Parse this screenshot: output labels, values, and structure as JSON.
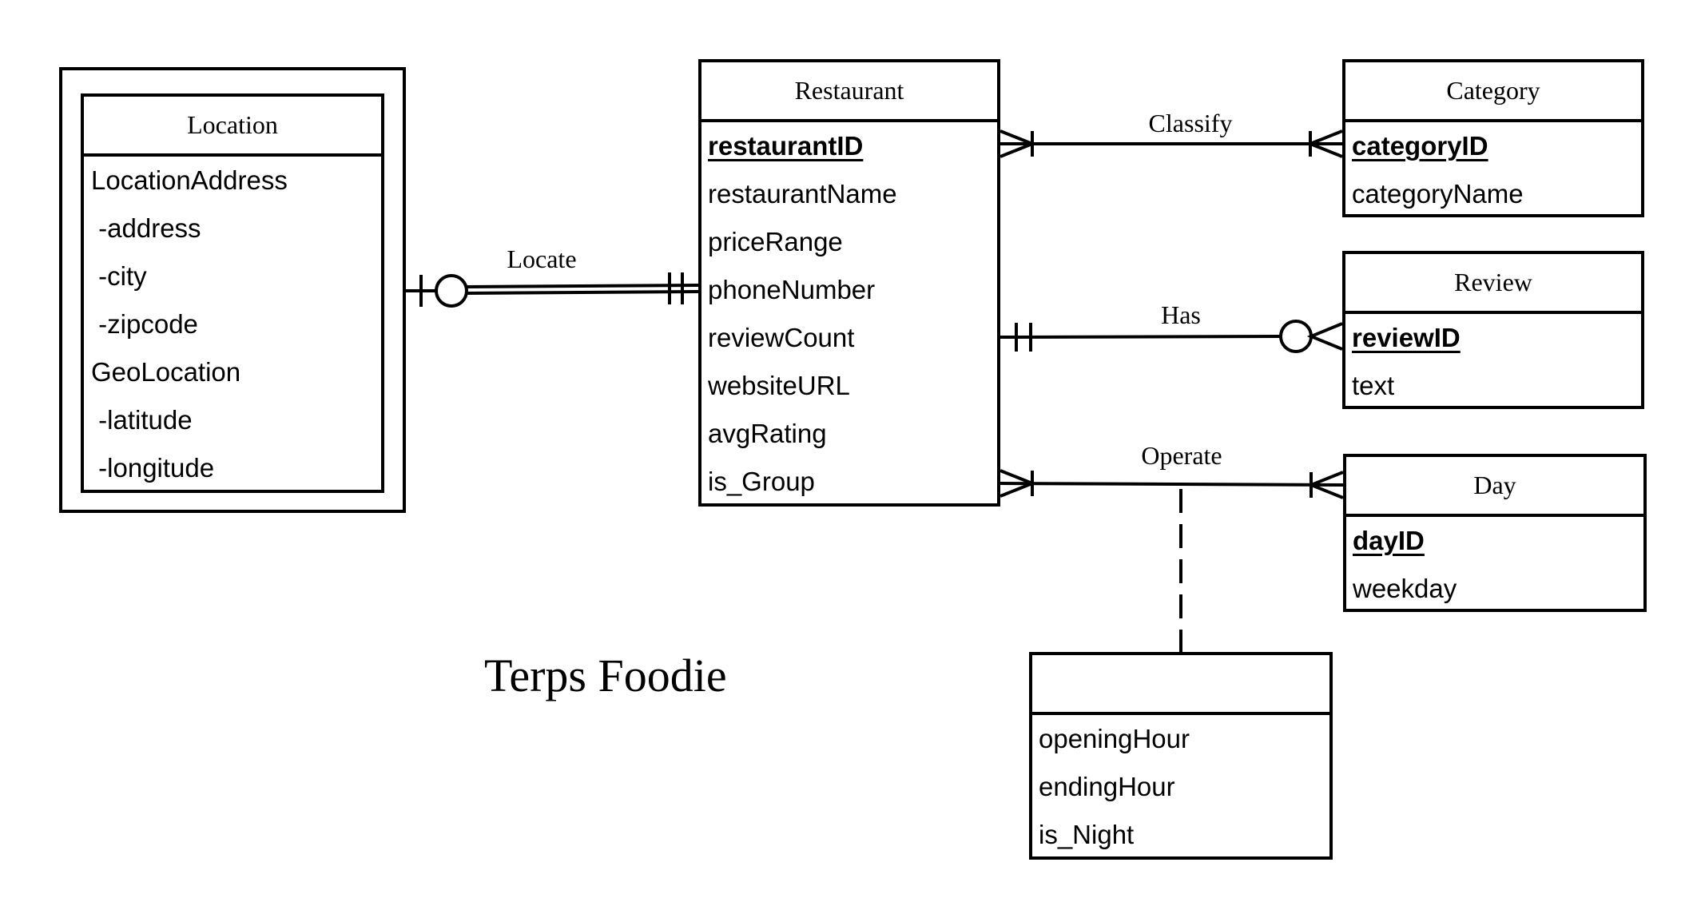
{
  "diagram": {
    "title": "Terps Foodie"
  },
  "entities": {
    "location": {
      "name": "Location",
      "attributes": [
        "LocationAddress",
        " -address",
        " -city",
        " -zipcode",
        "GeoLocation",
        " -latitude",
        " -longitude"
      ]
    },
    "restaurant": {
      "name": "Restaurant",
      "primary_key": "restaurantID",
      "attributes": [
        "restaurantName",
        "priceRange",
        "phoneNumber",
        "reviewCount",
        "websiteURL",
        "avgRating",
        "is_Group"
      ]
    },
    "category": {
      "name": "Category",
      "primary_key": "categoryID",
      "attributes": [
        "categoryName"
      ]
    },
    "review": {
      "name": "Review",
      "primary_key": "reviewID",
      "attributes": [
        "text"
      ]
    },
    "day": {
      "name": "Day",
      "primary_key": "dayID",
      "attributes": [
        "weekday"
      ]
    },
    "operate_association": {
      "name": "",
      "attributes": [
        "openingHour",
        "endingHour",
        "is_Night"
      ]
    }
  },
  "relationships": {
    "locate": {
      "label": "Locate",
      "from": "Location",
      "to": "Restaurant",
      "from_cardinality": "zero-or-one",
      "to_cardinality": "exactly-one"
    },
    "classify": {
      "label": "Classify",
      "from": "Restaurant",
      "to": "Category",
      "from_cardinality": "one-or-many",
      "to_cardinality": "one-or-many"
    },
    "has": {
      "label": "Has",
      "from": "Restaurant",
      "to": "Review",
      "from_cardinality": "exactly-one",
      "to_cardinality": "zero-or-many"
    },
    "operate": {
      "label": "Operate",
      "from": "Restaurant",
      "to": "Day",
      "from_cardinality": "one-or-many",
      "to_cardinality": "one-or-many"
    }
  }
}
